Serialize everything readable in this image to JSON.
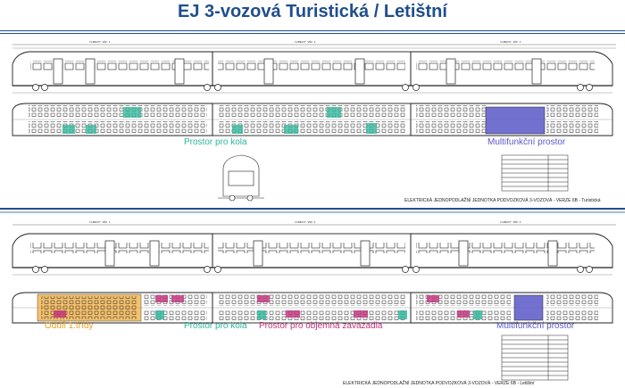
{
  "title": "EJ 3-vozová Turistická / Letištní",
  "colors": {
    "title": "#1f4e8c",
    "bike": "#2bb59a",
    "multi": "#5a58c8",
    "luggage": "#c0307a",
    "first_class": "#f2a830",
    "first_class_text": "#e8a020"
  },
  "top": {
    "labels": {
      "bike": "Prostor pro kola",
      "multi": "Multifunkční prostor"
    },
    "caption": "ELEKTRICKÁ JEDNOPODLAŽNÍ JEDNOTKA PODVOZKOVÁ 3-VOZOVÁ - VERZE 6B - Turistická"
  },
  "bottom": {
    "labels": {
      "first_class": "Oddíl 1.třídy",
      "bike": "Prostor pro kola",
      "luggage": "Prostor pro objemná zavazadla",
      "multi": "Multifunkční prostor"
    },
    "caption": "ELEKTRICKÁ JEDNOPODLAŽNÍ JEDNOTKA PODVOZKOVÁ 3-VOZOVÁ - VERZE 6B - Letištní"
  }
}
